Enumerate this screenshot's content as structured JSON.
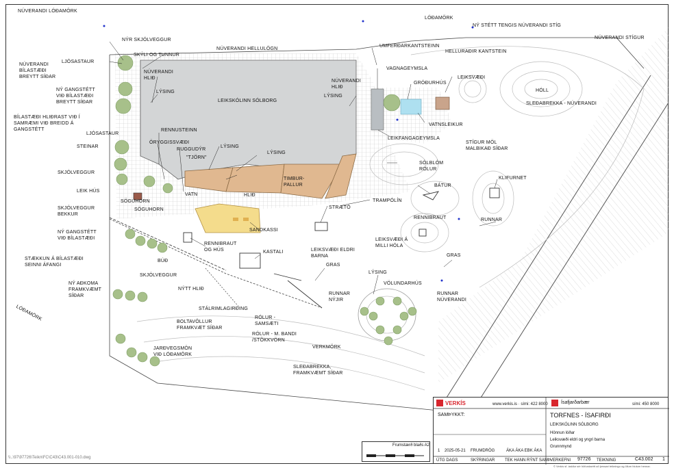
{
  "labels": {
    "nuverandi_lodamork": "NÚVERANDI LÓÐAMÖRK",
    "lodamork_top": "LÓÐAMÖRK",
    "ny_stett": "NÝ STÉTT TENGIS NÚVERANDI STÍG",
    "nuverandi_stigur": "NÚVERANDI STÍGUR",
    "ny_skjolveggur": "NÝR SKJÓLVEGGUR",
    "skyli_tunnur": "SKÝLI OG TUNNUR",
    "nuverandi_hellulogn": "NÚVERANDI HELLULÖGN",
    "umferdarkantsteinn": "UMFERÐARKANTSTEINN",
    "helluradir_kantstein": "HELLURAÐIR KANTSTEIN",
    "ljosastaur1": "LJÓSASTAUR",
    "nuverandi_hlid1": "NÚVERANDI\nHLIÐ",
    "vagnageymsla": "VAGNAGEYMSLA",
    "leiksvaedi_top": "LEIKSVÆÐI",
    "nuverandi_bilastaedi": "NÚVERANDI\nBÍLASTÆÐI\nBREYTT SÍÐAR",
    "lysing1": "LÝSING",
    "nuverandi_hlid2": "NÚVERANDI\nHLIÐ",
    "grodurhus": "GRÓÐURHÚS",
    "holl": "HÓLL",
    "ny_gangstett1": "NÝ GANGSTÉTT\nVIÐ BÍLASTÆÐI\nBREYTT SÍÐAR",
    "leikskolinn": "LEIKSKÓLINN SÓLBORG",
    "lysing2": "LÝSING",
    "sledabrekka_nuv": "SLEÐABREKKA - NÚVERANDI",
    "bilastaedi_hlidrast": "BÍLASTÆÐI HLIÐRAST VIÐ Í\nSAMRÆMI VIÐ BREIDD Á\nGANGSTÉTT",
    "vatnsleikur": "VATNSLEIKUR",
    "ljosastaur2": "LJÓSASTAUR",
    "rennusteinn": "RENNUSTEINN",
    "leikfangageymsla": "LEIKFANGAGEYMSLA",
    "stigur_mol": "STÍGUR MÖL\nMALBIKAÐ SÍÐAR",
    "steinar": "STEINAR",
    "oryggissvaedi": "ÖRYGGISSVÆÐI",
    "ruggudyr": "RUGGUDÝR",
    "lysing3": "LÝSING",
    "lysing4": "LÝSING",
    "tjorn": "\"TJÖRN\"",
    "solblom": "SÓLBLÓM\nRÓLUR",
    "klifurnet": "KLIFURNET",
    "skjolveggur1": "SKJÓLVEGGUR",
    "timburpallur": "TIMBUR-\nPALLUR",
    "batur": "BÁTUR",
    "leik_hus": "LEIK HÚS",
    "soguhorn1": "SÖGUHORN",
    "vatn": "VATN",
    "hlid": "HLIÐ",
    "trampolin": "TRAMPÓLÍN",
    "skjolveggur_bekkur": "SKJÓLVEGGUR\nBEKKUR",
    "soguhorn2": "SÖGUHORN",
    "straeto": "STRÆTÓ",
    "rennibraut1": "RENNIBRAUT",
    "runnar": "RUNNAR",
    "ny_gangstett2": "NÝ GANGSTÉTT\nVIÐ BÍLASTÆÐI",
    "sandkassi": "SANDKASSI",
    "leiksvaedi_milli": "LEIKSVÆÐI Á\nMILLI HÓLA",
    "rennibraut_hus": "RENNIBRAUT\nOG HÚS",
    "leiksvaedi_eldri": "LEIKSVÆÐI ELDRI\nBARNA",
    "kastali": "KASTALI",
    "staekkun": "STÆKKUN Á BÍLASTÆÐI\nSEINNI ÁFANGI",
    "bud": "BÚÐ",
    "gras1": "GRAS",
    "gras2": "GRAS",
    "skjolveggur2": "SKJÓLVEGGUR",
    "lysing5": "LÝSING",
    "ny_adkoma": "NÝ AÐKOMA\nFRAMKVÆMT\nSÍÐAR",
    "nytt_hlid": "NÝTT HLIÐ",
    "runnar_nyjir": "RUNNAR\nNÝJIR",
    "volundarhus": "VÖLUNDARHÚS",
    "runnar_nuv": "RUNNAR\nNÚVERANDI",
    "lodamork_left": "LÓÐAMÖRK",
    "stalrimlagirding": "STÁLRIMLAGIRÐING",
    "rolur_samsaeti": "RÓLUR -\nSAMSÆTI",
    "boltavollur": "BOLTAVÖLLUR\nFRAMKVÆT SÍÐAR",
    "rolur_bandi": "RÓLUR - M. BANDI\n/STÖKKVÖRN",
    "verkmork": "VERKMÖRK",
    "jardvegsmon": "JARÐVEGSMÖN\nVIÐ LÓÐAMÖRK",
    "sledabrekka_fram": "SLEÐABREKKA,\nFRAMKVÆMT SÍÐAR"
  },
  "scale": {
    "text": "Frumstærð blaðs A2"
  },
  "file_path": "\\\\..\\97\\97726\\Teikn\\FC\\C43\\C43.001-010.dwg",
  "titleblock": {
    "verkis": "VERKÍS",
    "verkis_contact": "www.verkis.is  ·  sími: 422 8000",
    "client": "Ísafjarðarbær",
    "client_contact": "sími: 450 8000",
    "sambykkt": "SAMÞYKKT:",
    "project": "TORFNES - ÍSAFIRÐI",
    "sub1": "LEIKSKÓLINN SÓLBORG",
    "sub2": "Hönnun lóðar",
    "sub3": "Leiksvæði eldri og yngri barna",
    "sub4": "Grunnmynd",
    "rev_no": "1",
    "rev_date": "2025-05-21",
    "rev_desc": "FRUMDRÖG",
    "rev_sign": "ÁKA  ÁKA  EBK  ÁKA",
    "col_utg": "ÚTG  DAGS",
    "col_skyr": "SKÝRINGAR",
    "col_sign": "TEK  HANN  RÝNT  SAMÞ",
    "verkefni_lbl": "VERKEFNI",
    "verkefni_no": "97726",
    "teikning_lbl": "TEIKNING",
    "teikning_no": "C43.002",
    "teikning_rev": "1",
    "copyright": "©  Verkís sf. áskilur sér höfundarétt að þessari teikningu og öllum hlutum hennar."
  },
  "colors": {
    "building": "#d3d5d6",
    "timber": "#e0b890",
    "water": "#aee0f0",
    "tree": "#a7c08a",
    "tree_dark": "#7d9c63",
    "sand": "#f4dc8c",
    "accent_red": "#d8262d",
    "line": "#444444"
  }
}
